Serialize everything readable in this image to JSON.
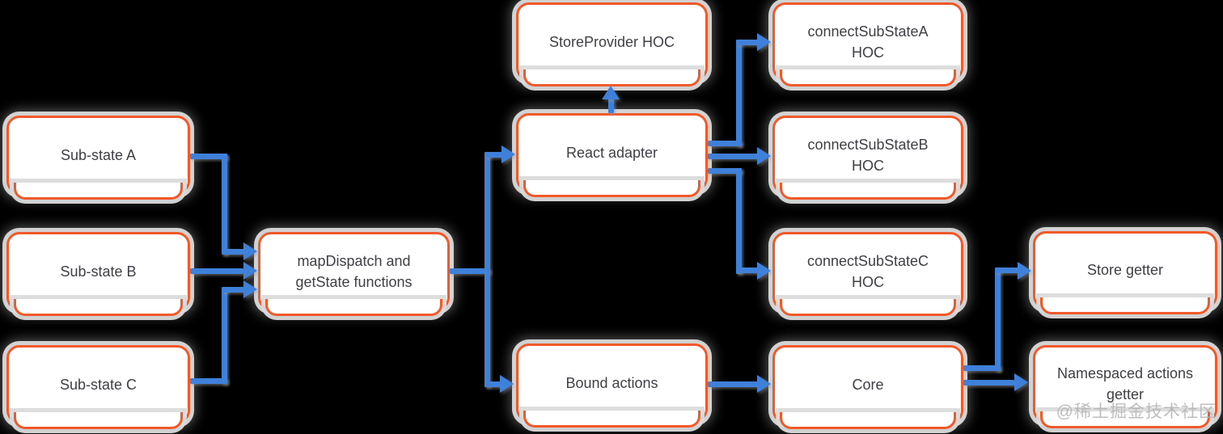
{
  "diagram": {
    "nodes": [
      {
        "id": "sub-state-a",
        "label": "Sub-state A"
      },
      {
        "id": "sub-state-b",
        "label": "Sub-state B"
      },
      {
        "id": "sub-state-c",
        "label": "Sub-state C"
      },
      {
        "id": "map-dispatch",
        "label": "mapDispatch and\ngetState functions"
      },
      {
        "id": "store-provider-hoc",
        "label": "StoreProvider HOC"
      },
      {
        "id": "react-adapter",
        "label": "React adapter"
      },
      {
        "id": "connect-substate-a-hoc",
        "label": "connectSubStateA\nHOC"
      },
      {
        "id": "connect-substate-b-hoc",
        "label": "connectSubStateB\nHOC"
      },
      {
        "id": "connect-substate-c-hoc",
        "label": "connectSubStateC\nHOC"
      },
      {
        "id": "bound-actions",
        "label": "Bound actions"
      },
      {
        "id": "core",
        "label": "Core"
      },
      {
        "id": "store-getter",
        "label": "Store getter"
      },
      {
        "id": "namespaced-actions-getter",
        "label": "Namespaced actions\ngetter"
      }
    ],
    "edges": [
      {
        "from": "sub-state-a",
        "to": "map-dispatch"
      },
      {
        "from": "sub-state-b",
        "to": "map-dispatch"
      },
      {
        "from": "sub-state-c",
        "to": "map-dispatch"
      },
      {
        "from": "map-dispatch",
        "to": "react-adapter"
      },
      {
        "from": "map-dispatch",
        "to": "bound-actions"
      },
      {
        "from": "react-adapter",
        "to": "store-provider-hoc"
      },
      {
        "from": "react-adapter",
        "to": "connect-substate-a-hoc"
      },
      {
        "from": "react-adapter",
        "to": "connect-substate-b-hoc"
      },
      {
        "from": "react-adapter",
        "to": "connect-substate-c-hoc"
      },
      {
        "from": "bound-actions",
        "to": "core"
      },
      {
        "from": "core",
        "to": "store-getter"
      },
      {
        "from": "core",
        "to": "namespaced-actions-getter"
      }
    ]
  },
  "watermark": {
    "text": "@稀土掘金技术社区"
  },
  "colors": {
    "node_border": "#f1592a",
    "node_bg": "#ffffff",
    "connector": "#3f80da",
    "text": "#3f4045",
    "background": "#000000",
    "watermark": "#b3b3b3"
  }
}
